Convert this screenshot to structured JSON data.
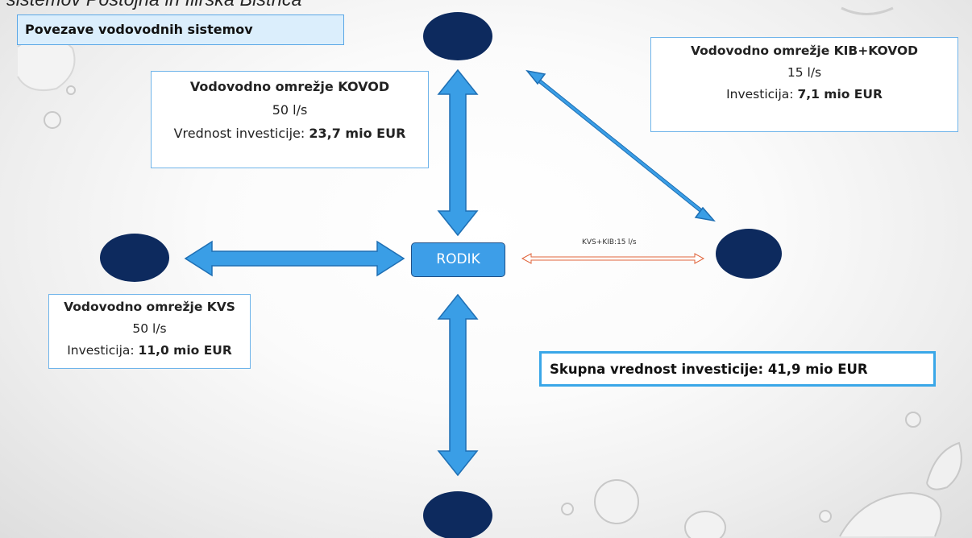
{
  "caption": "sistemov Postojna in Ilirska Bistrica",
  "title": "Povezave vodovodnih sistemov",
  "kovod": {
    "name": "Vodovodno omrežje KOVOD",
    "flow": "50 l/s",
    "invest_label": "Vrednost investicije:",
    "invest_value": "23,7 mio EUR"
  },
  "kib": {
    "name": "Vodovodno omrežje KIB+KOVOD",
    "flow": "15 l/s",
    "invest_label": "Investicija:",
    "invest_value": "7,1 mio EUR"
  },
  "kvs": {
    "name": "Vodovodno omrežje KVS",
    "flow": "50 l/s",
    "invest_label": "Investicija:",
    "invest_value": "11,0 mio EUR"
  },
  "total": {
    "label": "Skupna vrednost investicije:",
    "value": "41,9 mio EUR"
  },
  "center": "RODIK",
  "link_label": "KVS+KIB:15 l/s",
  "colors": {
    "node": "#0d2a5e",
    "arrow": "#3a9ee6",
    "arrow_outline": "#1e6fb4",
    "center_fill": "#3d9ee8",
    "link_outline": "#e0643b"
  }
}
